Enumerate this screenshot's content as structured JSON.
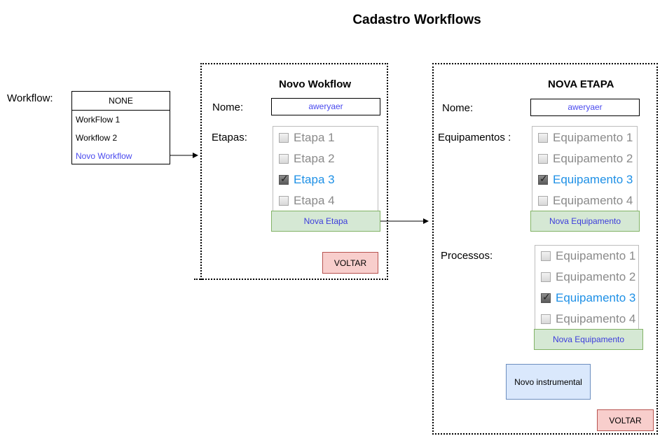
{
  "page": {
    "title": "Cadastro Workflows"
  },
  "workflow_select": {
    "label": "Workflow:",
    "header": "NONE",
    "items": [
      "WorkFlow 1",
      "Workflow 2",
      "Novo Workflow"
    ]
  },
  "novo_workflow": {
    "title": "Novo Wokflow",
    "nome_label": "Nome:",
    "nome_value": "aweryaer",
    "etapas_label": "Etapas:",
    "etapas": [
      {
        "label": "Etapa 1",
        "checked": false
      },
      {
        "label": "Etapa 2",
        "checked": false
      },
      {
        "label": "Etapa 3",
        "checked": true
      },
      {
        "label": "Etapa 4",
        "checked": false
      }
    ],
    "nova_etapa_button": "Nova Etapa",
    "voltar_button": "VOLTAR"
  },
  "nova_etapa": {
    "title": "NOVA ETAPA",
    "nome_label": "Nome:",
    "nome_value": "aweryaer",
    "equipamentos_label": "Equipamentos :",
    "equipamentos": [
      {
        "label": "Equipamento 1",
        "checked": false
      },
      {
        "label": "Equipamento 2",
        "checked": false
      },
      {
        "label": "Equipamento 3",
        "checked": true
      },
      {
        "label": "Equipamento 4",
        "checked": false
      }
    ],
    "nova_equipamento_button": "Nova Equipamento",
    "processos_label": "Processos:",
    "processos": [
      {
        "label": "Equipamento 1",
        "checked": false
      },
      {
        "label": "Equipamento 2",
        "checked": false
      },
      {
        "label": "Equipamento 3",
        "checked": true
      },
      {
        "label": "Equipamento 4",
        "checked": false
      }
    ],
    "nova_processo_button": "Nova Equipamento",
    "novo_instrumental_button": "Novo instrumental",
    "voltar_button": "VOLTAR"
  }
}
